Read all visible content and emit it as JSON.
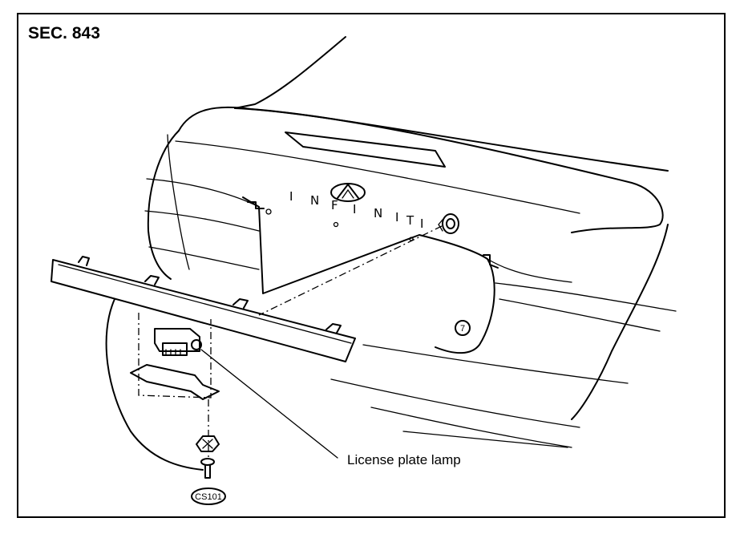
{
  "section_label": "SEC. 843",
  "brand_lettering": [
    "I",
    "N",
    "F",
    "I",
    "N",
    "I",
    "T",
    "I"
  ],
  "callout_label": "License plate lamp",
  "torque_code": "CS101",
  "circled_number": "7"
}
